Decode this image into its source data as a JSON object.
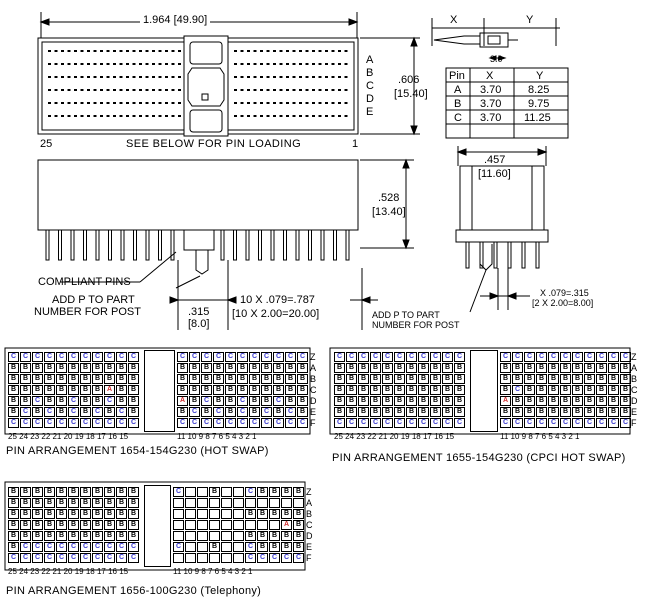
{
  "top": {
    "width_dim": "1.964 [49.90]",
    "height_in": ".606",
    "height_mm": "[15.40]",
    "row_letters": [
      "A",
      "B",
      "C",
      "D",
      "E"
    ],
    "pin_left": "25",
    "pin_right": "1",
    "see_below": "SEE BELOW FOR PIN LOADING"
  },
  "pin_table": {
    "x_label": "X",
    "y_label": "Y",
    "pitch": "3.0",
    "headers": [
      "Pin",
      "X",
      "Y"
    ],
    "rows": [
      [
        "A",
        "3.70",
        "8.25"
      ],
      [
        "B",
        "3.70",
        "9.75"
      ],
      [
        "C",
        "3.70",
        "11.25"
      ]
    ]
  },
  "side": {
    "height_in": ".528",
    "height_mm": "[13.40]",
    "compliant": "COMPLIANT PINS",
    "add_p_1": "ADD P TO PART",
    "add_p_2": "NUMBER FOR POST",
    "d315_in": ".315",
    "d315_mm": "[8.0]",
    "pitch_in": "10 X .079=.787",
    "pitch_mm": "[10 X 2.00=20.00]"
  },
  "end": {
    "width_in": ".457",
    "width_mm": "[11.60]",
    "add_p_1": "ADD P TO PART",
    "add_p_2": "NUMBER FOR POST",
    "pitch_in": "X .079=.315",
    "pitch_mm": "[2 X 2.00=8.00]"
  },
  "arrangements": [
    {
      "caption": "PIN ARRANGEMENT 1654-154G230 (HOT SWAP)",
      "numbers_left": "25 24 23 22 21 20 19 18 17 16 15",
      "numbers_right": "11 10 9 8 7 6 5 4 3 2 1",
      "row_letters": [
        "Z",
        "A",
        "B",
        "C",
        "D",
        "E",
        "F"
      ],
      "left_rows": [
        "CCCCCCCCCCC",
        "BBBBBBBBBBB",
        "BBBBBBBBBBB",
        "BBBBBBBBABB",
        "BBCBBCBBCBB",
        "BCBCBCBCBCB",
        "CCCCCCCCCCC"
      ],
      "right_rows": [
        "CCCCCCCCCCC",
        "BBBBBBBBBBB",
        "BBBBBBBBBBB",
        "BBBBBBBBBBB",
        "ABCBBCBBCBB",
        "BCBCBCBCBCB",
        "CCCCCCCCCCC"
      ]
    },
    {
      "caption": "PIN ARRANGEMENT 1655-154G230 (CPCI HOT SWAP)",
      "numbers_left": "25 24 23 22 21 20 19 18 17 16 15",
      "numbers_right": "11 10 9 8 7 6 5 4 3 2 1",
      "row_letters": [
        "Z",
        "A",
        "B",
        "C",
        "D",
        "E",
        "F"
      ],
      "left_rows": [
        "CCCCCCCCCCC",
        "BBBBBBBBBBB",
        "BBBBBBBBBBB",
        "BBBBBBBBBBB",
        "BBBBBBBBBBB",
        "BBBBBBBBBBB",
        "CCCCCCCCCCC"
      ],
      "right_rows": [
        "CCCCCCCCCCC",
        "BBBBBBBBBBB",
        "BBBBBBBBBBB",
        "BCBBBBBBBBB",
        "ABBBBBBBBBB",
        "BBBBBBBBBBB",
        "CCCCCCCCCCC"
      ]
    },
    {
      "caption": "PIN ARRANGEMENT 1656-100G230 (Telephony)",
      "numbers_left": "25 24 23 22 21 20 19 18 17 16 15",
      "numbers_right": "11 10 9 8 7 6 5 4 3 2 1",
      "row_letters": [
        "Z",
        "A",
        "B",
        "C",
        "D",
        "E",
        "F"
      ],
      "left_rows": [
        "BBBBBBBBBBB",
        "BBBBBBBBBBB",
        "BBBBBBBBBBB",
        "BBBBBBBBBBB",
        "BBBBBBBBBBB",
        "BCCCCCCCCCC",
        "CCCCCCCCCCC"
      ],
      "right_rows": [
        "C  B  CBBBB",
        "           ",
        "      BBBBB",
        "         AB",
        "      BBBBB",
        "C  B  CBBBB",
        "      CCCCC"
      ]
    }
  ]
}
